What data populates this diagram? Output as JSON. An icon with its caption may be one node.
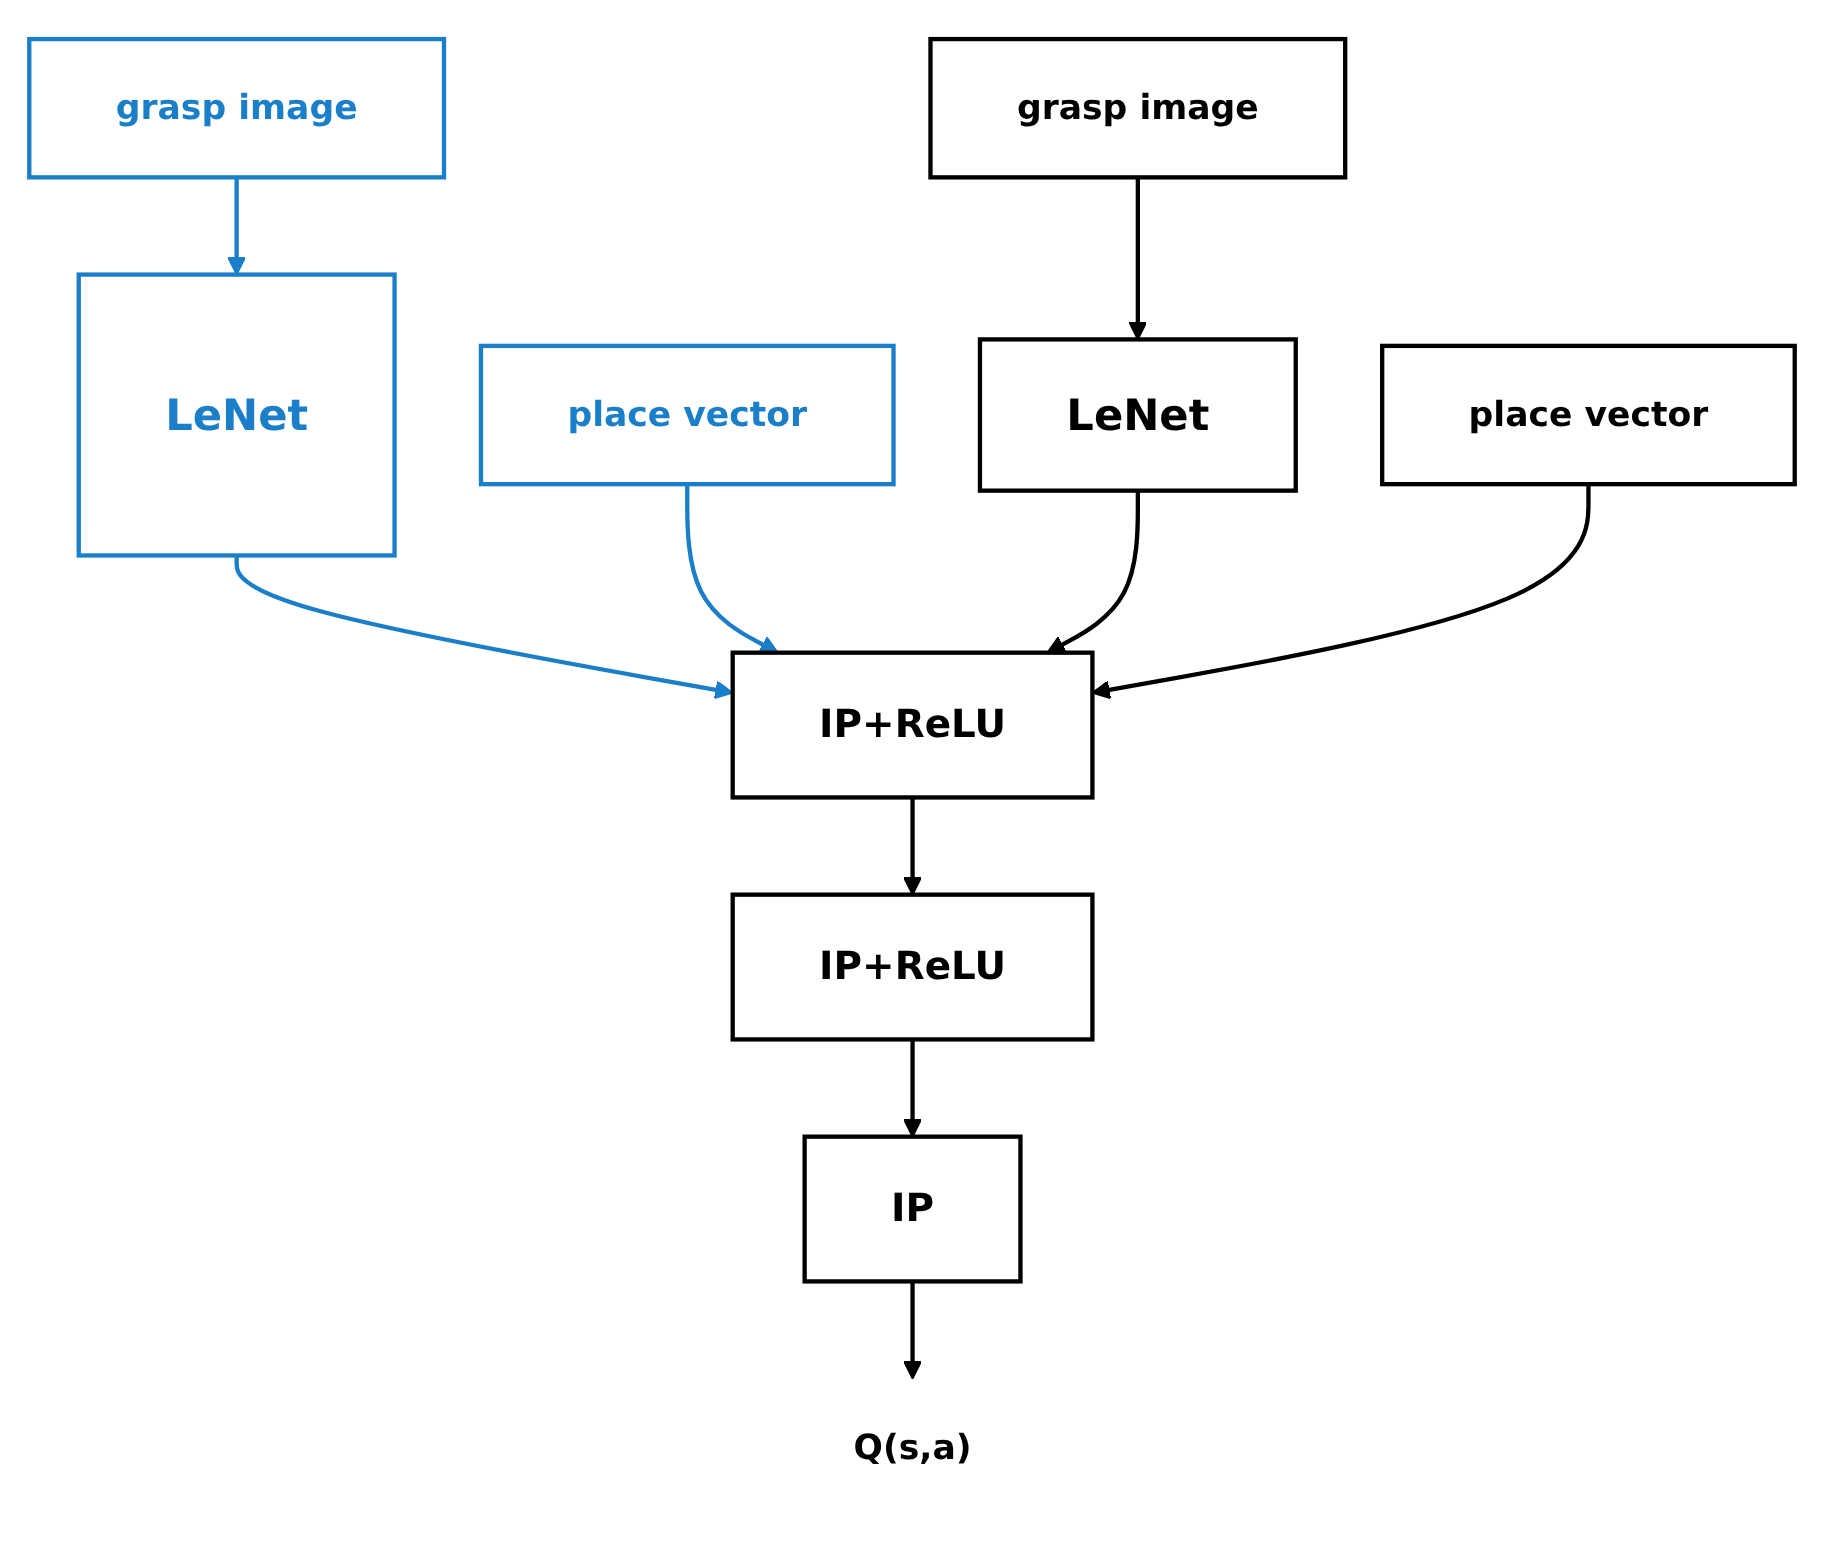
{
  "diagram": {
    "nodes": [
      {
        "text": [
          "grasp image"
        ]
      },
      {
        "text": [
          "place vector"
        ]
      },
      {
        "text": [
          "grasp image"
        ]
      },
      {
        "text": [
          "place vector"
        ]
      },
      {
        "text": [
          "LeNet"
        ]
      },
      {
        "text": [
          "LeNet"
        ]
      },
      {
        "text": [
          "IP+ReLU"
        ]
      },
      {
        "text": [
          "IP+ReLU"
        ]
      },
      {
        "text": [
          "IP"
        ]
      },
      {
        "text": [
          "Q(s,a)"
        ]
      }
    ],
    "edges": [
      {
        "from": 0,
        "to": 4,
        "arrow": "to",
        "color": "#1a7fc8"
      },
      {
        "from": 4,
        "to": 6,
        "arrow": "to",
        "color": "#1a7fc8"
      },
      {
        "from": 1,
        "to": 6,
        "arrow": "to",
        "color": "#1a7fc8"
      },
      {
        "from": 2,
        "to": 5,
        "arrow": "to"
      },
      {
        "from": 5,
        "to": 6,
        "arrow": "to"
      },
      {
        "from": 3,
        "to": 6,
        "arrow": "to"
      },
      {
        "from": 6,
        "to": 7,
        "arrow": "to"
      },
      {
        "from": 7,
        "to": 8,
        "arrow": "to"
      },
      {
        "from": 8,
        "to": 9,
        "arrow": "to"
      }
    ]
  }
}
